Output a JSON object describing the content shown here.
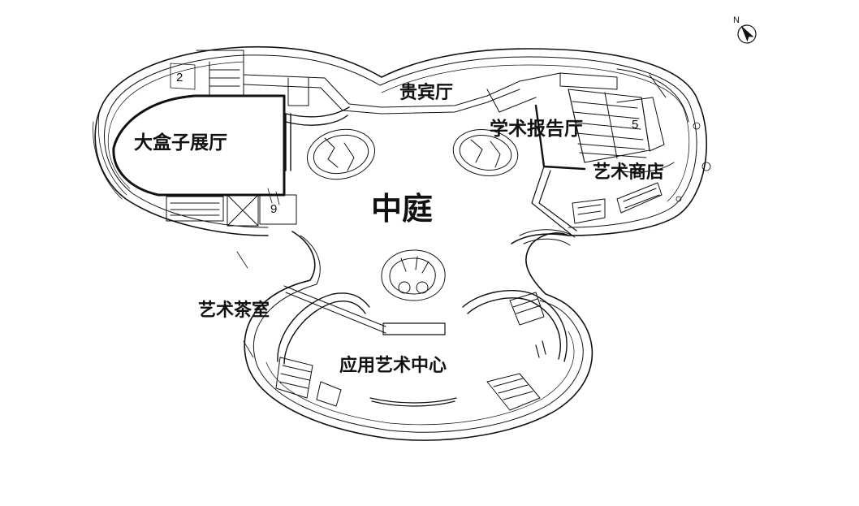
{
  "floor_plan": {
    "labels": {
      "vip_room": "贵宾厅",
      "big_box_hall": "大盒子展厅",
      "lecture_hall": "学术报告厅",
      "art_shop": "艺术商店",
      "atrium": "中庭",
      "tea_room": "艺术茶室",
      "applied_art_center": "应用艺术中心"
    },
    "room_numbers": {
      "n2": "2",
      "n5": "5",
      "n9": "9"
    },
    "north_arrow": {
      "label": "N",
      "icon": "north-arrow-icon"
    },
    "colors": {
      "line": "#111111",
      "background": "#ffffff"
    }
  }
}
